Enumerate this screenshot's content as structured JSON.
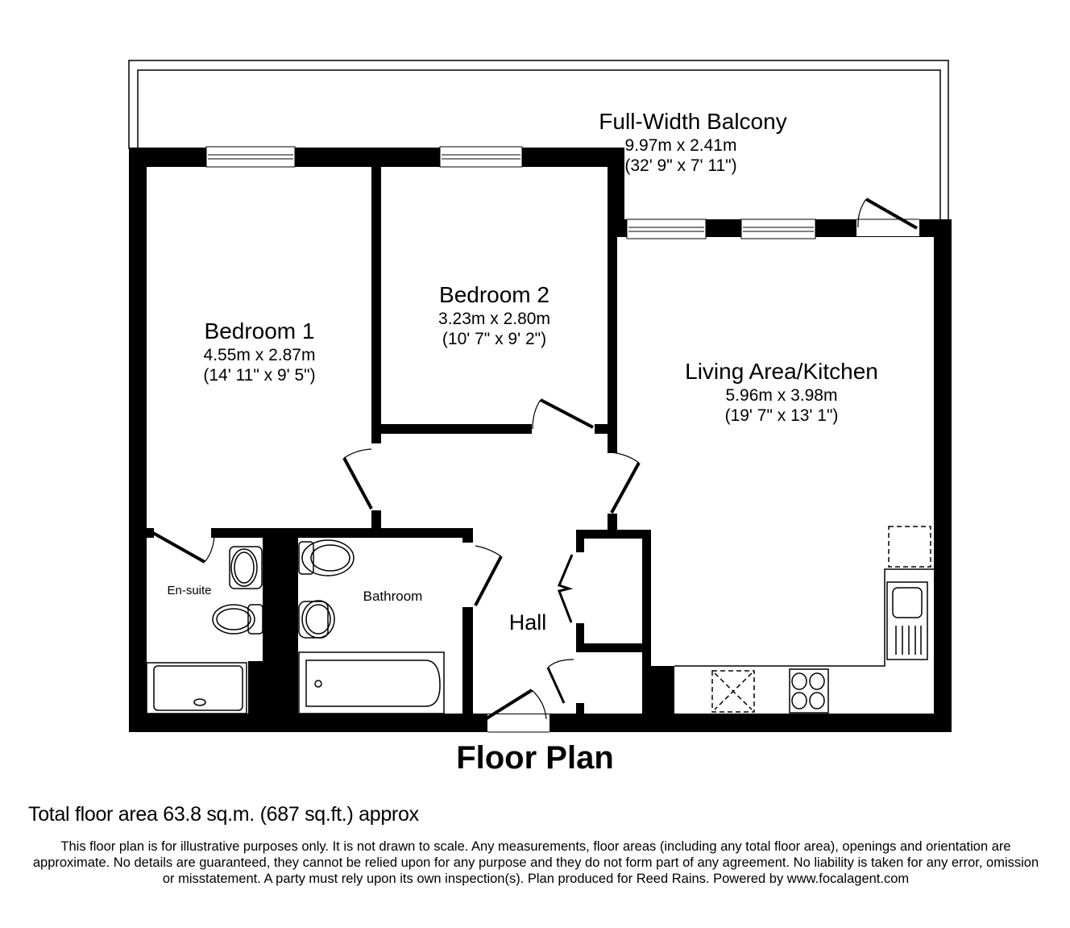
{
  "title": "Floor Plan",
  "rooms": {
    "balcony": {
      "name": "Full-Width Balcony",
      "metric": "9.97m x 2.41m",
      "imperial": "(32' 9\" x 7' 11\")"
    },
    "bedroom1": {
      "name": "Bedroom 1",
      "metric": "4.55m x 2.87m",
      "imperial": "(14' 11\" x 9' 5\")"
    },
    "bedroom2": {
      "name": "Bedroom 2",
      "metric": "3.23m x 2.80m",
      "imperial": "(10' 7\" x 9' 2\")"
    },
    "living": {
      "name": "Living Area/Kitchen",
      "metric": "5.96m x 3.98m",
      "imperial": "(19' 7\" x 13' 1\")"
    },
    "ensuite": {
      "name": "En-suite"
    },
    "bathroom": {
      "name": "Bathroom"
    },
    "hall": {
      "name": "Hall"
    }
  },
  "total_area": "Total floor area 63.8 sq.m. (687 sq.ft.) approx",
  "disclaimer": "This floor plan is for illustrative purposes only. It is not drawn to scale. Any measurements, floor areas (including any total floor area), openings and orientation are approximate. No details are guaranteed, they cannot be relied upon for any purpose and they do not form part of any agreement. No liability is taken for any error, omission or misstatement. A party must rely upon its own inspection(s). Plan produced for Reed Rains. Powered by www.focalagent.com",
  "colors": {
    "wall": "#000000",
    "background": "#ffffff"
  }
}
